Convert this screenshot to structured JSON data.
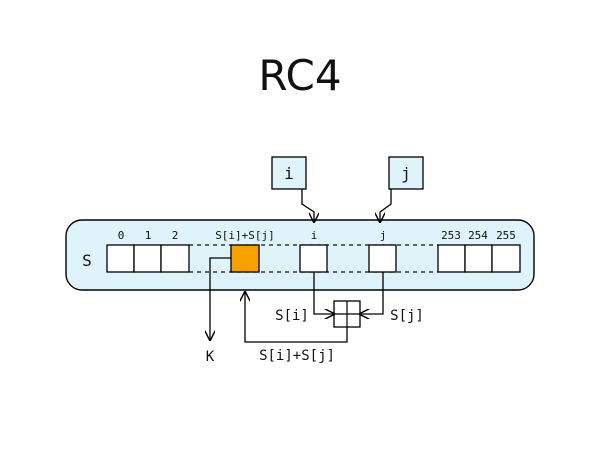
{
  "title": "RC4",
  "colors": {
    "array_panel_fill": "#dff3fb",
    "array_panel_stroke": "#000000",
    "index_box_fill": "#dff3fb",
    "cell_fill": "#ffffff",
    "highlight_cell_fill": "#f5a100",
    "line": "#000000"
  },
  "diagram": {
    "array_label": "S",
    "index_i_label": "i",
    "index_j_label": "j",
    "cell_labels": {
      "c0": "0",
      "c1": "1",
      "c2": "2",
      "ck": "S[i]+S[j]",
      "ci": "i",
      "cj": "j",
      "c253": "253",
      "c254": "254",
      "c255": "255"
    },
    "edge_labels": {
      "s_i": "S[i]",
      "s_j": "S[j]",
      "sum": "S[i]+S[j]",
      "k": "K"
    }
  }
}
